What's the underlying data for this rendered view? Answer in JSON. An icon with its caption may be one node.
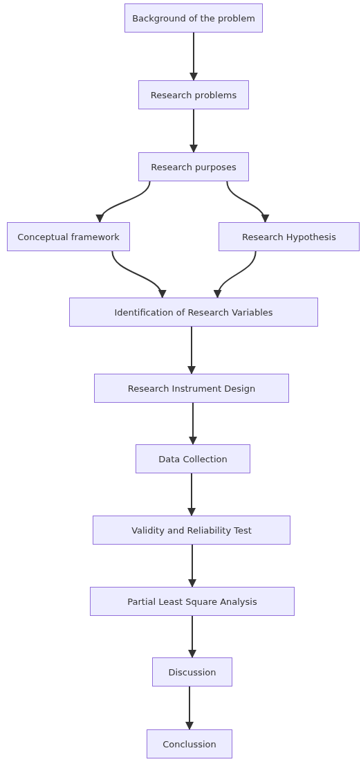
{
  "diagram": {
    "nodes": [
      {
        "text": [
          "Background of the problem"
        ]
      },
      {
        "text": [
          "Research problems"
        ]
      },
      {
        "text": [
          "Research purposes"
        ]
      },
      {
        "text": [
          "Conceptual framework"
        ]
      },
      {
        "text": [
          "Research Hypothesis"
        ]
      },
      {
        "text": [
          "Identification of Research Variables"
        ]
      },
      {
        "text": [
          "Research Instrument Design"
        ]
      },
      {
        "text": [
          "Data Collection"
        ]
      },
      {
        "text": [
          "Validity and Reliability Test"
        ]
      },
      {
        "text": [
          "Partial Least Square Analysis"
        ]
      },
      {
        "text": [
          "Discussion"
        ]
      },
      {
        "text": [
          "Conclussion"
        ]
      }
    ],
    "edges": [
      {
        "from": 0,
        "to": 1,
        "arrow": "to"
      },
      {
        "from": 1,
        "to": 2,
        "arrow": "to"
      },
      {
        "from": 2,
        "to": 3,
        "arrow": "to"
      },
      {
        "from": 2,
        "to": 4,
        "arrow": "to"
      },
      {
        "from": 3,
        "to": 5,
        "arrow": "to"
      },
      {
        "from": 4,
        "to": 5,
        "arrow": "to"
      },
      {
        "from": 5,
        "to": 6,
        "arrow": "to"
      },
      {
        "from": 6,
        "to": 7,
        "arrow": "to"
      },
      {
        "from": 7,
        "to": 8,
        "arrow": "to"
      },
      {
        "from": 8,
        "to": 9,
        "arrow": "to"
      },
      {
        "from": 9,
        "to": 10,
        "arrow": "to"
      },
      {
        "from": 10,
        "to": 11,
        "arrow": "to"
      }
    ]
  }
}
